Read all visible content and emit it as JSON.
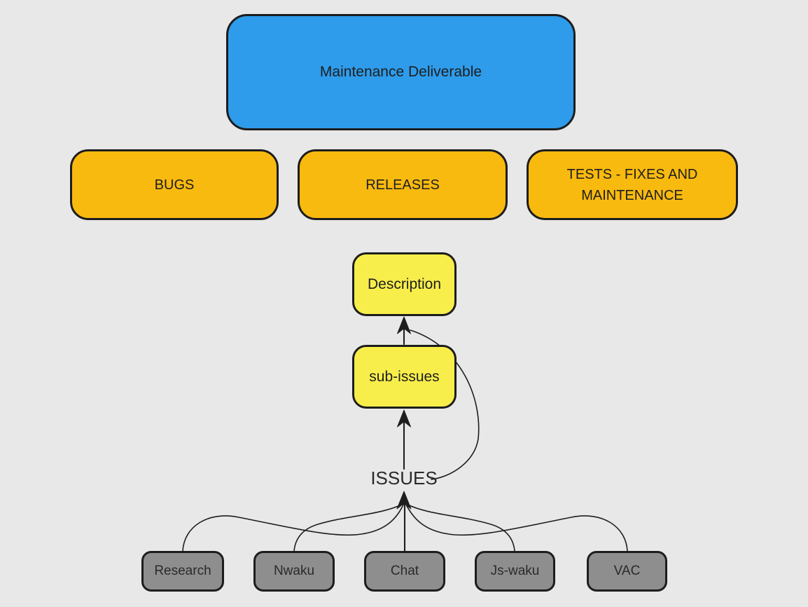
{
  "diagram": {
    "background_color": "#e8e8e8",
    "stroke_color": "#1e1e1e",
    "nodes": {
      "maintenance_deliverable": {
        "label": "Maintenance Deliverable",
        "color": "#2e9ceb"
      },
      "bugs": {
        "label": "BUGS",
        "color": "#f9ba0f"
      },
      "releases": {
        "label": "RELEASES",
        "color": "#f9ba0f"
      },
      "tests": {
        "label": "TESTS - FIXES AND MAINTENANCE",
        "color": "#f9ba0f"
      },
      "description": {
        "label": "Description",
        "color": "#f8ee4b"
      },
      "sub_issues": {
        "label": "sub-issues",
        "color": "#f8ee4b"
      },
      "issues": {
        "label": "ISSUES"
      },
      "research": {
        "label": "Research",
        "color": "#8e8e8e"
      },
      "nwaku": {
        "label": "Nwaku",
        "color": "#8e8e8e"
      },
      "chat": {
        "label": "Chat",
        "color": "#8e8e8e"
      },
      "js_waku": {
        "label": "Js-waku",
        "color": "#8e8e8e"
      },
      "vac": {
        "label": "VAC",
        "color": "#8e8e8e"
      }
    },
    "edges": [
      {
        "from": "sub_issues",
        "to": "description",
        "arrow": true
      },
      {
        "from": "issues",
        "to": "description",
        "arrow": false
      },
      {
        "from": "issues",
        "to": "sub_issues",
        "arrow": true
      },
      {
        "from": "research",
        "to": "issues",
        "arrow": true
      },
      {
        "from": "nwaku",
        "to": "issues",
        "arrow": true
      },
      {
        "from": "chat",
        "to": "issues",
        "arrow": true
      },
      {
        "from": "js_waku",
        "to": "issues",
        "arrow": true
      },
      {
        "from": "vac",
        "to": "issues",
        "arrow": true
      }
    ]
  }
}
